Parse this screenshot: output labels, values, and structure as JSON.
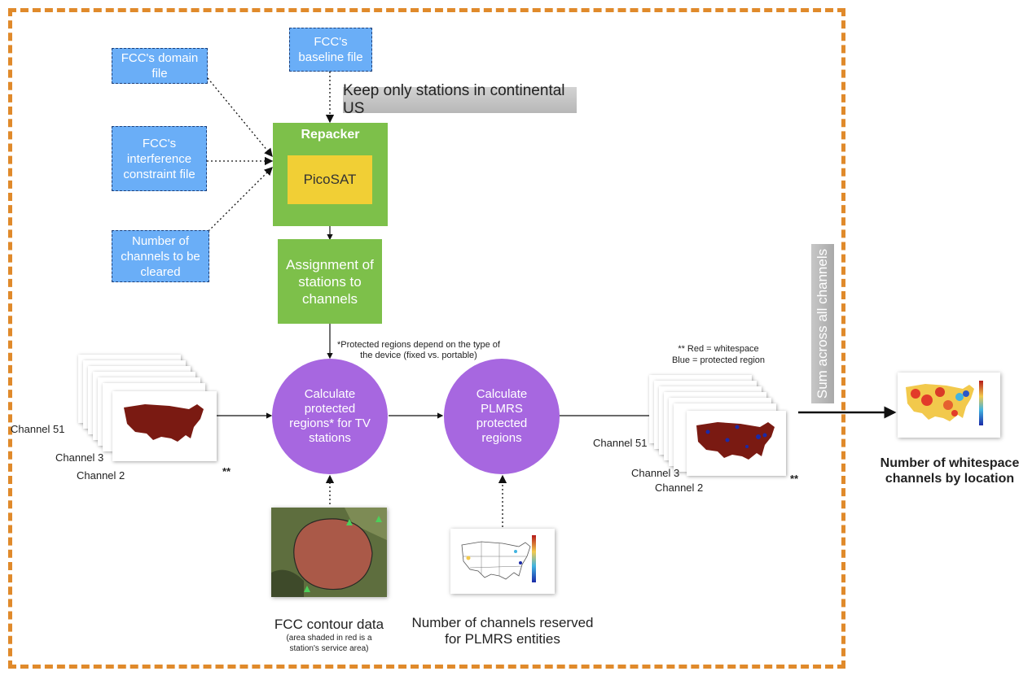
{
  "inputs": {
    "domain_file": "FCC's domain file",
    "baseline_file": "FCC's baseline file",
    "interference_file": "FCC's interference constraint file",
    "channels_cleared": "Number of channels to be cleared"
  },
  "filter_step": "Keep only stations in continental US",
  "repacker": {
    "title": "Repacker",
    "solver": "PicoSAT"
  },
  "assignment": "Assignment of stations to channels",
  "note_protected": "*Protected regions depend on the type of the device (fixed vs. portable)",
  "calc_tv": "Calculate protected regions* for TV stations",
  "calc_plmrs": "Calculate PLMRS protected regions",
  "left_stack": {
    "ch51": "Channel 51",
    "ch3": "Channel 3",
    "ch2": "Channel 2",
    "stars": "**"
  },
  "right_stack": {
    "ch51": "Channel 51",
    "ch3": "Channel 3",
    "ch2": "Channel 2",
    "stars": "**"
  },
  "legend_note": {
    "line1": "** Red = whitespace",
    "line2": "Blue = protected region"
  },
  "sum_label": "Sum across all channels",
  "result_caption": "Number of whitespace channels by location",
  "contour": {
    "title": "FCC contour data",
    "caption": "(area shaded in red is a station's service area)"
  },
  "plmrs_input": "Number of channels reserved for PLMRS entities",
  "colors": {
    "input_blue": "#6aaef7",
    "repacker_green": "#7dc04a",
    "picosat_yellow": "#f1cf35",
    "process_purple": "#a767e0",
    "frame_orange": "#e08a2b",
    "map_red": "#7a1a12"
  }
}
